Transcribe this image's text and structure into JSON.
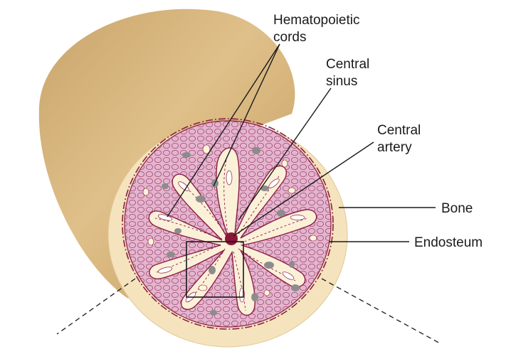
{
  "labels": {
    "hematopoietic_line1": "Hematopoietic",
    "hematopoietic_line2": "cords",
    "central_sinus_line1": "Central",
    "central_sinus_line2": "sinus",
    "central_artery_line1": "Central",
    "central_artery_line2": "artery",
    "bone": "Bone",
    "endosteum": "Endosteum"
  },
  "colors": {
    "bone_cylinder": "#d9b77c",
    "bone_section": "#f5e3bd",
    "marrow": "#e4b5cf",
    "marrow_outline": "#8a1f45",
    "sinus": "#fbf0d8",
    "artery": "#8b1538",
    "cell_gray": "#8c8c8c"
  }
}
